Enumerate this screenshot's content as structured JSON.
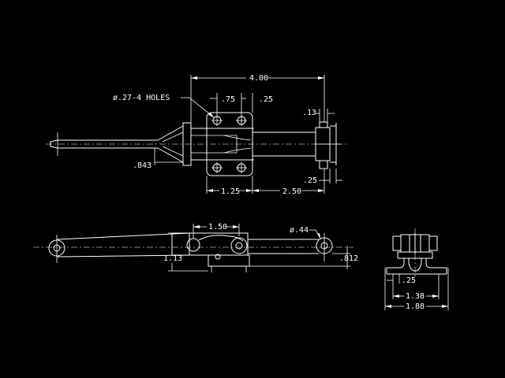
{
  "colors": {
    "background": "#000000",
    "linework": "#ffffff"
  },
  "top_view": {
    "dim_overall": "4.00",
    "dim_hole_note": "ø.27-4 HOLES",
    "dim_hole_spacing": ".75",
    "dim_hole_edge": ".25",
    "dim_plunger_tip": ".13",
    "dim_plunger_offset": ".25",
    "dim_handle_height": ".843",
    "dim_base_left": "1.25",
    "dim_base_right": "2.50"
  },
  "front_view": {
    "dim_pivot_spacing": "1.50",
    "dim_hole_diameter": "ø.44",
    "dim_height_left": "1.13",
    "dim_height_right": ".812"
  },
  "end_view": {
    "dim_small": ".25",
    "dim_mid": "1.38",
    "dim_overall": "1.88"
  }
}
